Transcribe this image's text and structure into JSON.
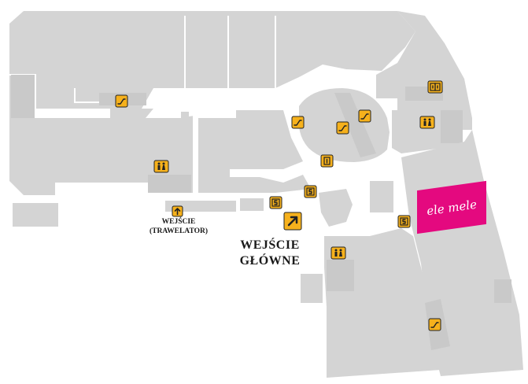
{
  "map": {
    "labels": {
      "main_entrance_line1": "WEJŚCIE",
      "main_entrance_line2": "GŁÓWNE",
      "trav_entrance_line1": "WEJŚCIE",
      "trav_entrance_line2": "(TRAWELATOR)"
    },
    "stores": {
      "highlighted": "ele mele"
    },
    "colors": {
      "block": "#d4d4d4",
      "highlight": "#e4097f",
      "icon_bg": "#f6b11c"
    },
    "icons": [
      "escalator-icon",
      "toilet-icon",
      "atm-icon",
      "info-icon",
      "lift-icon",
      "entrance-arrow-icon",
      "trawelator-arrow-icon"
    ]
  }
}
